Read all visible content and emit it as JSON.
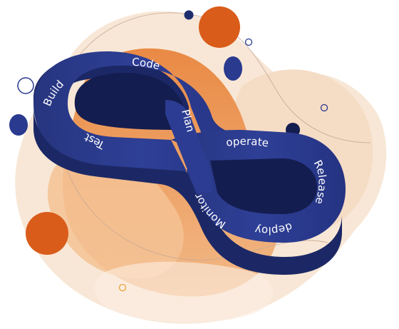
{
  "diagram": {
    "stages": [
      {
        "id": "build",
        "label": "Build"
      },
      {
        "id": "code",
        "label": "Code"
      },
      {
        "id": "plan",
        "label": "Plan"
      },
      {
        "id": "test",
        "label": "Test"
      },
      {
        "id": "operate",
        "label": "operate"
      },
      {
        "id": "release",
        "label": "Release"
      },
      {
        "id": "deploy",
        "label": "deploy"
      },
      {
        "id": "monitor",
        "label": "Monitor"
      }
    ]
  },
  "colors": {
    "loop_top": "#2a3a8f",
    "loop_side": "#1c2866",
    "loop_hole": "#141d4f",
    "orange": "#d95c1a",
    "blob_orange": "#ec9a5a",
    "blob_light": "#f3c79a",
    "blob_cream": "#f7e3cf",
    "navy_dot": "#1e2d6e",
    "label": "#ffffff"
  }
}
